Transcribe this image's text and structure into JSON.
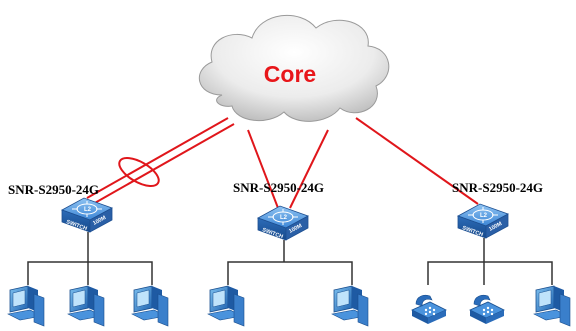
{
  "core": {
    "label": "Core"
  },
  "switches": [
    {
      "label": "SNR-S2950-24G",
      "badge": "L2",
      "model_text": "SWITCH",
      "speed_text": "100M"
    },
    {
      "label": "SNR-S2950-24G",
      "badge": "L2",
      "model_text": "SWITCH",
      "speed_text": "100M"
    },
    {
      "label": "SNR-S2950-24G",
      "badge": "L2",
      "model_text": "SWITCH",
      "speed_text": "100M"
    }
  ],
  "colors": {
    "link": "#e0161b",
    "tree": "#333333",
    "switch": "#2e6fbf",
    "cloud": "#dcdcdc"
  },
  "icons": {
    "cloud": "cloud-icon",
    "switch": "switch-icon",
    "pc": "computer-icon",
    "phone": "ip-phone-icon"
  }
}
